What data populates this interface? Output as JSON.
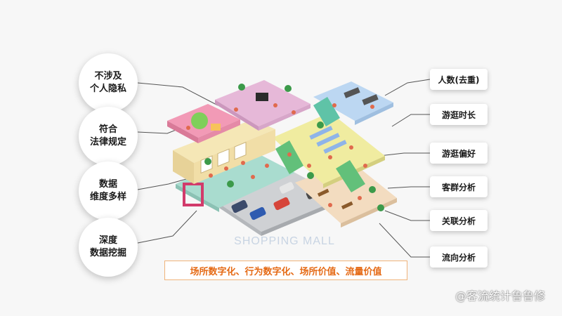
{
  "left_labels": [
    "不涉及\n个人隐私",
    "符合\n法律规定",
    "数据\n维度多样",
    "深度\n数据挖掘"
  ],
  "right_labels": [
    "人数(去重)",
    "游逛时长",
    "游逛偏好",
    "客群分析",
    "关联分析",
    "流向分析"
  ],
  "mall_title": "SHOPPING MALL",
  "tagline": "场所数字化、行为数字化、场所价值、流量价值",
  "watermark": "@客流统计鲁鲁修",
  "colors": {
    "pink_floor": "#f29ab6",
    "lavender_floor": "#e6b8d8",
    "blue_floor": "#bcd7f2",
    "yellow_floor": "#f0eca0",
    "green_floor": "#a9dccf",
    "gray_parking": "#cfd1d4",
    "beige_floor": "#f3dcc0",
    "tagline_text": "#e56a15"
  }
}
